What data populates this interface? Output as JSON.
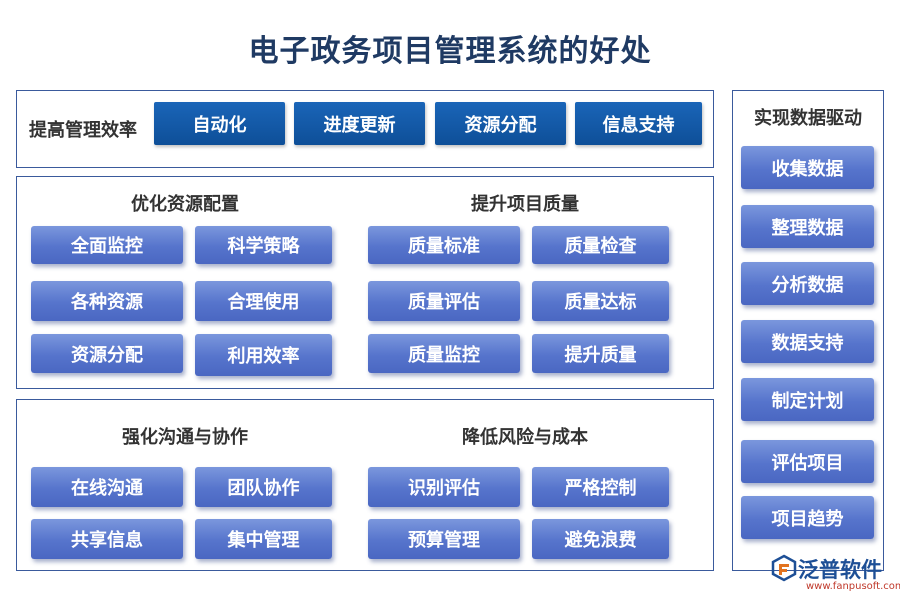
{
  "title": "电子政务项目管理系统的好处",
  "efficiency": {
    "label": "提高管理效率",
    "items": [
      "自动化",
      "进度更新",
      "资源分配",
      "信息支持"
    ]
  },
  "resource": {
    "title": "优化资源配置",
    "items": [
      "全面监控",
      "科学策略",
      "各种资源",
      "合理使用",
      "资源分配",
      "利用效率"
    ]
  },
  "quality": {
    "title": "提升项目质量",
    "items": [
      "质量标准",
      "质量检查",
      "质量评估",
      "质量达标",
      "质量监控",
      "提升质量"
    ]
  },
  "communication": {
    "title": "强化沟通与协作",
    "items": [
      "在线沟通",
      "团队协作",
      "共享信息",
      "集中管理"
    ]
  },
  "risk": {
    "title": "降低风险与成本",
    "items": [
      "识别评估",
      "严格控制",
      "预算管理",
      "避免浪费"
    ]
  },
  "data_driven": {
    "title": "实现数据驱动",
    "items": [
      "收集数据",
      "整理数据",
      "分析数据",
      "数据支持",
      "制定计划",
      "评估项目",
      "项目趋势"
    ]
  },
  "logo": {
    "name": "泛普软件",
    "url": "www.fanpusoft.com"
  },
  "colors": {
    "title": "#1f3a63",
    "dark_button": "#125aa8",
    "light_button": "#5674cc",
    "border": "#3a5a9c"
  }
}
